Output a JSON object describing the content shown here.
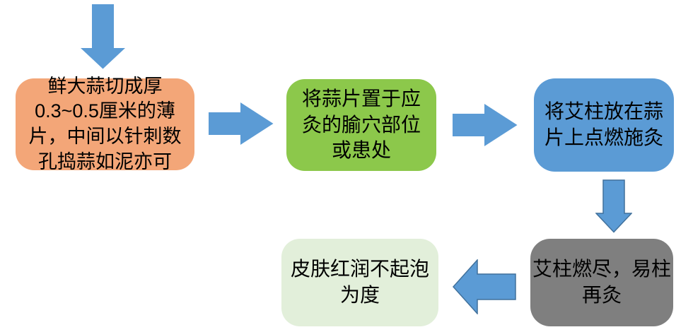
{
  "page": {
    "background": "#FFFFFF"
  },
  "colors": {
    "arrow_fill": "#5B9BD5",
    "arrow_border": "#41719C",
    "text": "#000000",
    "step1_bg": "#F3A678",
    "step2_bg": "#8CC84B",
    "step3_bg": "#5B9BD5",
    "step4_bg": "#7F7F7F",
    "step5_bg": "#E2EFDA"
  },
  "steps": [
    {
      "name": "prepare-garlic-slices",
      "label": "鲜大蒜切成厚\n0.3~0.5厘米的薄\n片，中间以针刺数\n孔捣蒜如泥亦可",
      "bg": "#F3A678"
    },
    {
      "name": "place-garlic-on-acupoint",
      "label": "将蒜片置于应\n灸的腧穴部位\n或患处",
      "bg": "#8CC84B"
    },
    {
      "name": "ignite-moxa-cone",
      "label": "将艾柱放在蒜\n片上点燃施灸",
      "bg": "#5B9BD5"
    },
    {
      "name": "replace-moxa-cone",
      "label": "艾柱燃尽，易柱\n再灸",
      "bg": "#7F7F7F"
    },
    {
      "name": "stop-when-skin-red",
      "label": "皮肤红润不起泡\n为度",
      "bg": "#E2EFDA"
    }
  ],
  "arrows": [
    {
      "name": "arrow-down-into-step1",
      "direction": "down"
    },
    {
      "name": "arrow-step1-to-step2",
      "direction": "right"
    },
    {
      "name": "arrow-step2-to-step3",
      "direction": "right"
    },
    {
      "name": "arrow-step3-to-step4",
      "direction": "down"
    },
    {
      "name": "arrow-step4-to-step5",
      "direction": "left"
    }
  ]
}
